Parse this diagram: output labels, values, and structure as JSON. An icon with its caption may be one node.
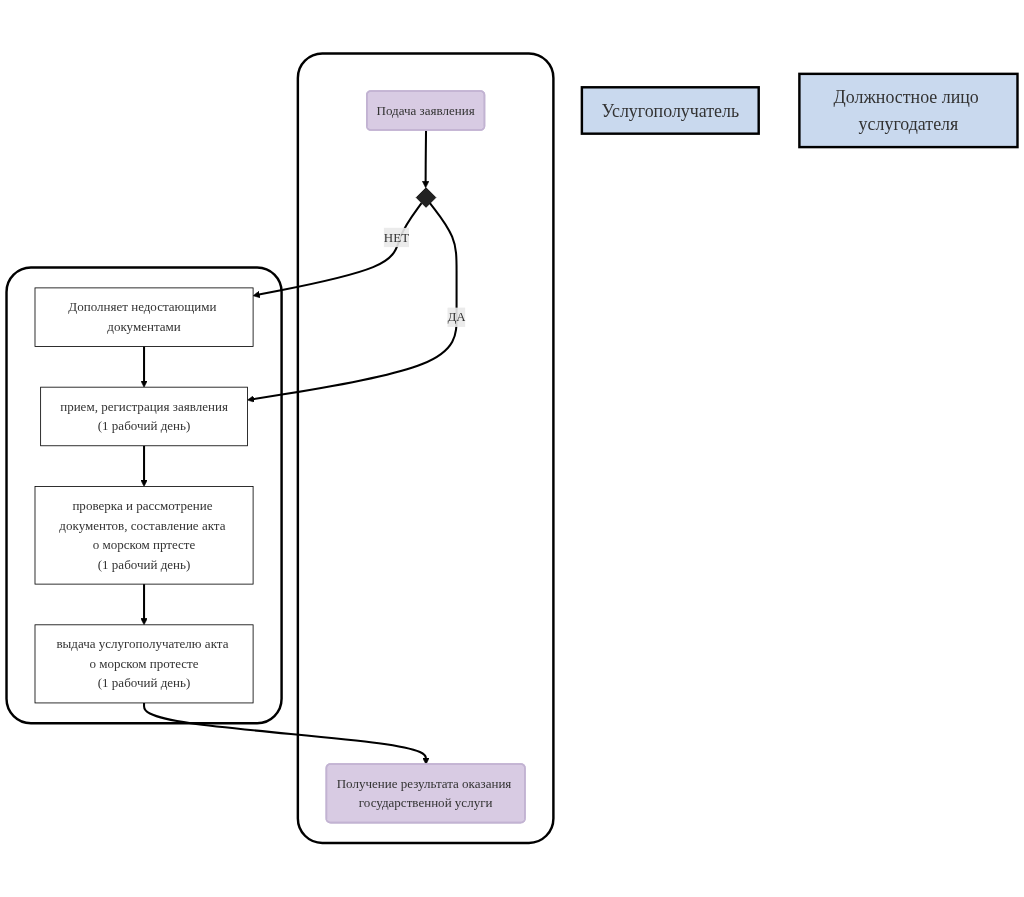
{
  "diagram": {
    "nodes": [
      {
        "text": [
          "Услугополучатель"
        ]
      },
      {
        "text": [
          "Должностное лицо услугодателя"
        ]
      },
      {
        "text": [],
        "shape": "box"
      },
      {
        "text": [
          "Подача заявления"
        ],
        "in": 2
      },
      {
        "text": [],
        "shape": "diamond",
        "in": 2
      },
      {
        "text": [
          "Получение результата оказания государственной услуги"
        ],
        "in": 2
      },
      {
        "text": [],
        "shape": "box"
      },
      {
        "text": [
          "прием, регистрация заявления",
          "(1 рабочий день)"
        ],
        "in": 6
      },
      {
        "text": [
          "Дополняет недостающими документами"
        ],
        "in": 6
      },
      {
        "text": [
          "проверка и рассмотрение документов, составление акта о морском пртесте",
          "(1 рабочий день)"
        ],
        "in": 6
      },
      {
        "text": [
          "выдача услугополучателю акта о морском протесте",
          "(1 рабочий день)"
        ],
        "in": 6
      }
    ],
    "edges": [
      {
        "from": 3,
        "to": 4,
        "arrow": "to"
      },
      {
        "from": 4,
        "to": 7,
        "arrow": "to",
        "label": "ДА"
      },
      {
        "from": 4,
        "to": 8,
        "arrow": "to",
        "label": "НЕТ"
      },
      {
        "from": 8,
        "to": 7,
        "arrow": "to"
      },
      {
        "from": 7,
        "to": 9,
        "arrow": "to"
      },
      {
        "from": 9,
        "to": 10,
        "arrow": "to"
      },
      {
        "from": 10,
        "to": 5,
        "arrow": "to"
      }
    ]
  }
}
